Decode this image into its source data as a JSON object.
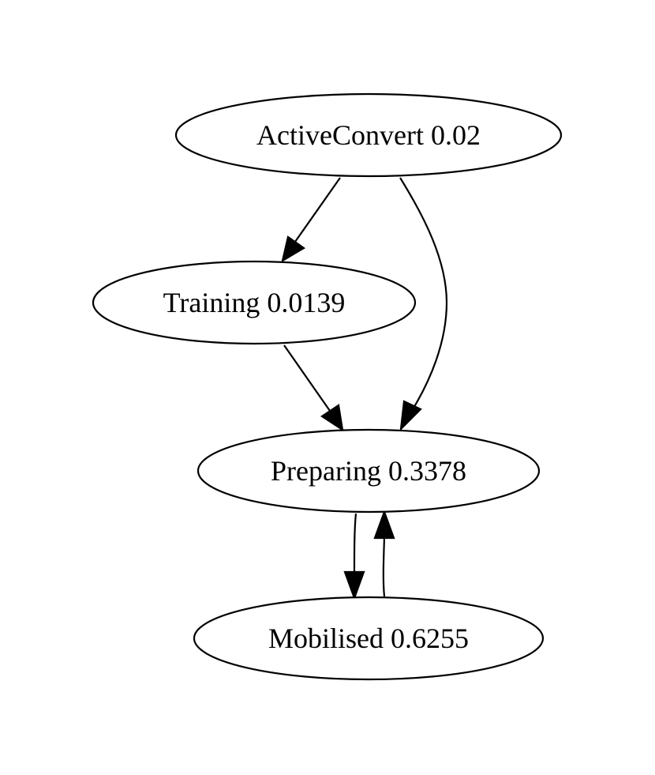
{
  "diagram": {
    "type": "directed-graph",
    "nodes": [
      {
        "id": "active-convert",
        "name": "ActiveConvert",
        "value": "0.02",
        "label": "ActiveConvert 0.02"
      },
      {
        "id": "training",
        "name": "Training",
        "value": "0.0139",
        "label": "Training 0.0139"
      },
      {
        "id": "preparing",
        "name": "Preparing",
        "value": "0.3378",
        "label": "Preparing 0.3378"
      },
      {
        "id": "mobilised",
        "name": "Mobilised",
        "value": "0.6255",
        "label": "Mobilised 0.6255"
      }
    ],
    "edges": [
      {
        "id": "activeconvert-training",
        "from": "ActiveConvert",
        "to": "Training"
      },
      {
        "id": "activeconvert-preparing",
        "from": "ActiveConvert",
        "to": "Preparing"
      },
      {
        "id": "training-preparing",
        "from": "Training",
        "to": "Preparing"
      },
      {
        "id": "preparing-mobilised",
        "from": "Preparing",
        "to": "Mobilised"
      },
      {
        "id": "mobilised-preparing",
        "from": "Mobilised",
        "to": "Preparing"
      }
    ],
    "colors": {
      "stroke": "#000000",
      "fill": "#ffffff",
      "background": "#ffffff"
    }
  }
}
